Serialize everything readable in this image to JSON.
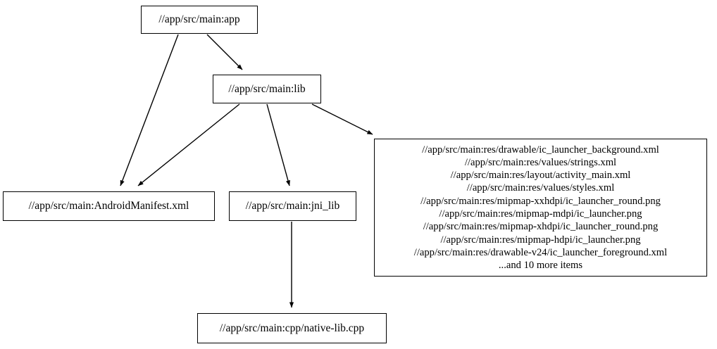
{
  "graph": {
    "type": "directed-dependency-graph",
    "background_color": "#ffffff",
    "node_fill": "#ffffff",
    "node_border": "#000000",
    "edge_color": "#000000",
    "nodes": [
      {
        "id": "app",
        "label": "//app/src/main:app"
      },
      {
        "id": "lib",
        "label": "//app/src/main:lib"
      },
      {
        "id": "manifest",
        "label": "//app/src/main:AndroidManifest.xml"
      },
      {
        "id": "jni_lib",
        "label": "//app/src/main:jni_lib"
      },
      {
        "id": "resources",
        "label": "//app/src/main:res/drawable/ic_launcher_background.xml\n//app/src/main:res/values/strings.xml\n//app/src/main:res/layout/activity_main.xml\n//app/src/main:res/values/styles.xml\n//app/src/main:res/mipmap-xxhdpi/ic_launcher_round.png\n//app/src/main:res/mipmap-mdpi/ic_launcher.png\n//app/src/main:res/mipmap-xhdpi/ic_launcher_round.png\n//app/src/main:res/mipmap-hdpi/ic_launcher.png\n//app/src/main:res/drawable-v24/ic_launcher_foreground.xml\n...and 10 more items",
        "lines": [
          "//app/src/main:res/drawable/ic_launcher_background.xml",
          "//app/src/main:res/values/strings.xml",
          "//app/src/main:res/layout/activity_main.xml",
          "//app/src/main:res/values/styles.xml",
          "//app/src/main:res/mipmap-xxhdpi/ic_launcher_round.png",
          "//app/src/main:res/mipmap-mdpi/ic_launcher.png",
          "//app/src/main:res/mipmap-xhdpi/ic_launcher_round.png",
          "//app/src/main:res/mipmap-hdpi/ic_launcher.png",
          "//app/src/main:res/drawable-v24/ic_launcher_foreground.xml",
          "...and 10 more items"
        ]
      },
      {
        "id": "cpp",
        "label": "//app/src/main:cpp/native-lib.cpp"
      }
    ],
    "edges": [
      {
        "from": "app",
        "to": "lib"
      },
      {
        "from": "app",
        "to": "manifest"
      },
      {
        "from": "lib",
        "to": "manifest"
      },
      {
        "from": "lib",
        "to": "jni_lib"
      },
      {
        "from": "lib",
        "to": "resources"
      },
      {
        "from": "jni_lib",
        "to": "cpp"
      }
    ]
  }
}
